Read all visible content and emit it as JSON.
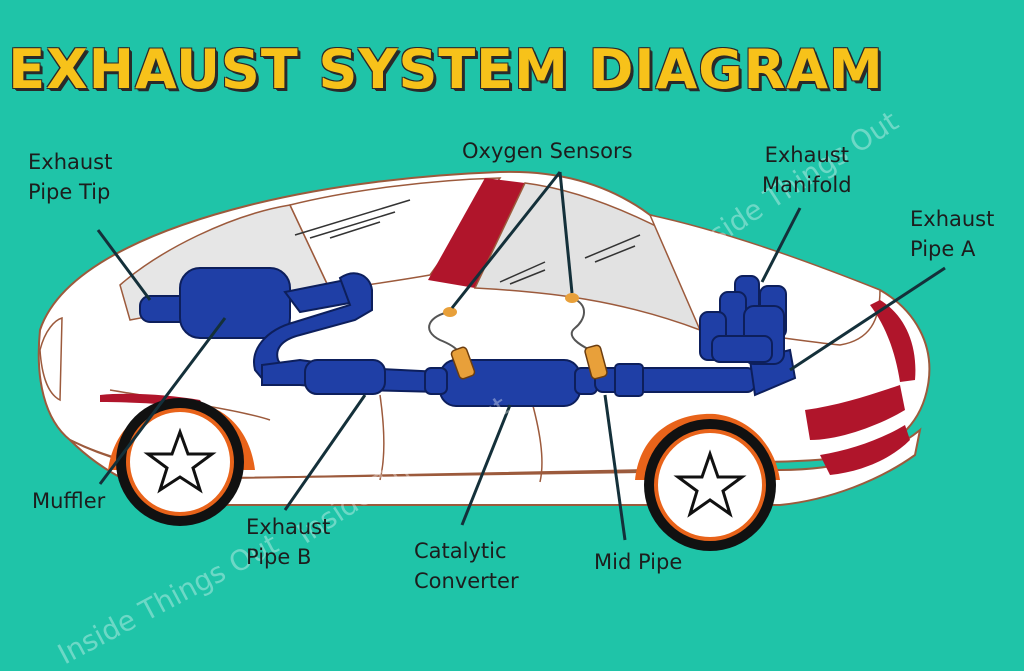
{
  "title": "EXHAUST SYSTEM DIAGRAM",
  "labels": {
    "exhaust_pipe_tip": "Exhaust\nPipe Tip",
    "oxygen_sensors": "Oxygen Sensors",
    "exhaust_manifold": "Exhaust\nManifold",
    "exhaust_pipe_a": "Exhaust\nPipe A",
    "muffler": "Muffler",
    "exhaust_pipe_b": "Exhaust\nPipe B",
    "catalytic_converter": "Catalytic\nConverter",
    "mid_pipe": "Mid Pipe"
  },
  "watermark": "Inside Things Out",
  "colors": {
    "background": "#1fc4a8",
    "title": "#f7c21a",
    "pipe": "#1f3fa6",
    "car_body": "#ffffff",
    "accent_red": "#b0152b"
  }
}
